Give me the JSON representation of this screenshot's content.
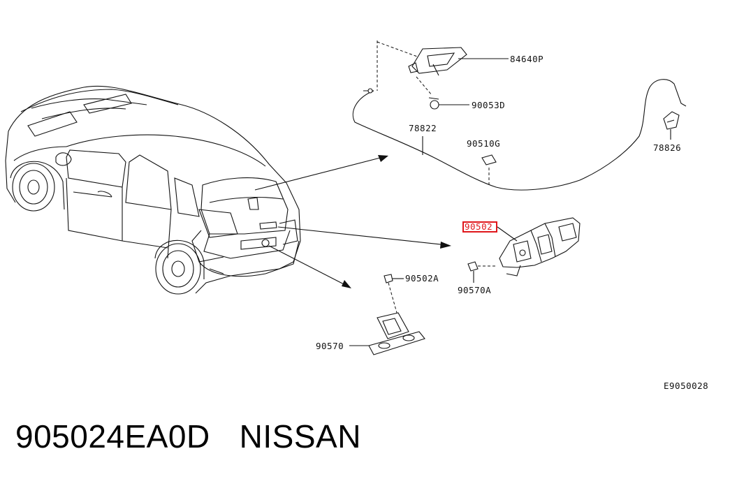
{
  "parts": {
    "p84640P": "84640P",
    "p90053D": "90053D",
    "p78822": "78822",
    "p90510G": "90510G",
    "p78826": "78826",
    "p90502": "90502",
    "p90570A": "90570A",
    "p90502A": "90502A",
    "p90570": "90570"
  },
  "diagram_code": "E9050028",
  "caption": {
    "part_number": "905024EA0D",
    "brand": "NISSAN"
  },
  "colors": {
    "highlight": "#e0161b",
    "ink": "#111111"
  }
}
